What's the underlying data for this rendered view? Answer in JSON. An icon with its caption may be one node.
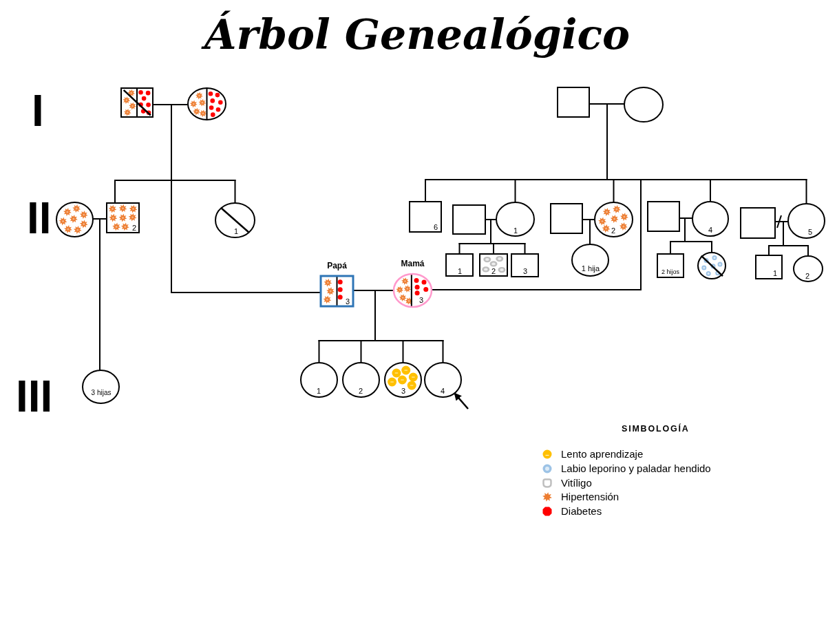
{
  "diagram": {
    "title": "Árbol Genealógico",
    "nodes": [
      {
        "text": [],
        "shape": "box"
      },
      {
        "text": [],
        "shape": "circle"
      },
      {
        "text": [],
        "shape": "box"
      },
      {
        "text": [],
        "shape": "circle"
      },
      {
        "text": [],
        "shape": "circle"
      },
      {
        "text": [
          "2"
        ]
      },
      {
        "text": [
          "1"
        ]
      },
      {
        "text": [
          "6"
        ]
      },
      {
        "text": [],
        "shape": "box"
      },
      {
        "text": [
          "1"
        ]
      },
      {
        "text": [],
        "shape": "box"
      },
      {
        "text": [
          "2"
        ]
      },
      {
        "text": [],
        "shape": "box"
      },
      {
        "text": [
          "4"
        ]
      },
      {
        "text": [],
        "shape": "box"
      },
      {
        "text": [
          "5"
        ]
      },
      {
        "text": [
          "1"
        ]
      },
      {
        "text": [
          "2"
        ]
      },
      {
        "text": [
          "3"
        ]
      },
      {
        "text": [
          "1 hija"
        ]
      },
      {
        "text": [
          "2 hijos"
        ]
      },
      {
        "text": [],
        "shape": "circle"
      },
      {
        "text": [
          "1"
        ]
      },
      {
        "text": [
          "2"
        ]
      },
      {
        "text": [
          "Papá",
          "3"
        ]
      },
      {
        "text": [
          "Mamá",
          "3"
        ]
      },
      {
        "text": [
          "3 hijas"
        ]
      },
      {
        "text": [
          "1"
        ]
      },
      {
        "text": [
          "2"
        ]
      },
      {
        "text": [
          "3"
        ]
      },
      {
        "text": [
          "4"
        ]
      }
    ],
    "edges": [
      {
        "from": 0,
        "to": 1,
        "arrow": "none"
      },
      {
        "from": 0,
        "to": 5,
        "arrow": "none"
      },
      {
        "from": 1,
        "to": 5,
        "arrow": "none"
      },
      {
        "from": 0,
        "to": 6,
        "arrow": "none"
      },
      {
        "from": 1,
        "to": 6,
        "arrow": "none"
      },
      {
        "from": 0,
        "to": 24,
        "arrow": "none"
      },
      {
        "from": 1,
        "to": 24,
        "arrow": "none"
      },
      {
        "from": 2,
        "to": 3,
        "arrow": "none"
      },
      {
        "from": 2,
        "to": 7,
        "arrow": "none"
      },
      {
        "from": 3,
        "to": 7,
        "arrow": "none"
      },
      {
        "from": 2,
        "to": 9,
        "arrow": "none"
      },
      {
        "from": 3,
        "to": 9,
        "arrow": "none"
      },
      {
        "from": 2,
        "to": 11,
        "arrow": "none"
      },
      {
        "from": 3,
        "to": 11,
        "arrow": "none"
      },
      {
        "from": 2,
        "to": 25,
        "arrow": "none"
      },
      {
        "from": 3,
        "to": 25,
        "arrow": "none"
      },
      {
        "from": 2,
        "to": 13,
        "arrow": "none"
      },
      {
        "from": 3,
        "to": 13,
        "arrow": "none"
      },
      {
        "from": 2,
        "to": 15,
        "arrow": "none"
      },
      {
        "from": 3,
        "to": 15,
        "arrow": "none"
      },
      {
        "from": 4,
        "to": 5,
        "arrow": "none"
      },
      {
        "from": 4,
        "to": 26,
        "arrow": "none"
      },
      {
        "from": 5,
        "to": 26,
        "arrow": "none"
      },
      {
        "from": 8,
        "to": 9,
        "arrow": "none"
      },
      {
        "from": 8,
        "to": 16,
        "arrow": "none"
      },
      {
        "from": 9,
        "to": 16,
        "arrow": "none"
      },
      {
        "from": 8,
        "to": 17,
        "arrow": "none"
      },
      {
        "from": 9,
        "to": 17,
        "arrow": "none"
      },
      {
        "from": 8,
        "to": 18,
        "arrow": "none"
      },
      {
        "from": 9,
        "to": 18,
        "arrow": "none"
      },
      {
        "from": 10,
        "to": 11,
        "arrow": "none"
      },
      {
        "from": 10,
        "to": 19,
        "arrow": "none"
      },
      {
        "from": 11,
        "to": 19,
        "arrow": "none"
      },
      {
        "from": 12,
        "to": 13,
        "arrow": "none"
      },
      {
        "from": 12,
        "to": 20,
        "arrow": "none"
      },
      {
        "from": 13,
        "to": 20,
        "arrow": "none"
      },
      {
        "from": 12,
        "to": 21,
        "arrow": "none"
      },
      {
        "from": 13,
        "to": 21,
        "arrow": "none"
      },
      {
        "from": 14,
        "to": 15,
        "arrow": "none"
      },
      {
        "from": 14,
        "to": 22,
        "arrow": "none"
      },
      {
        "from": 15,
        "to": 22,
        "arrow": "none"
      },
      {
        "from": 14,
        "to": 23,
        "arrow": "none"
      },
      {
        "from": 15,
        "to": 23,
        "arrow": "none"
      },
      {
        "from": 24,
        "to": 25,
        "arrow": "none"
      },
      {
        "from": 24,
        "to": 27,
        "arrow": "none"
      },
      {
        "from": 25,
        "to": 27,
        "arrow": "none"
      },
      {
        "from": 24,
        "to": 28,
        "arrow": "none"
      },
      {
        "from": 25,
        "to": 28,
        "arrow": "none"
      },
      {
        "from": 24,
        "to": 29,
        "arrow": "none"
      },
      {
        "from": 25,
        "to": 29,
        "arrow": "none"
      },
      {
        "from": 24,
        "to": 30,
        "arrow": "none"
      },
      {
        "from": 25,
        "to": 30,
        "arrow": "none"
      },
      {
        "from": null,
        "to": 30,
        "arrow": "to"
      }
    ],
    "labels": [
      "I",
      "II",
      "III",
      "SIMBOLOGÍA"
    ],
    "legend": [
      {
        "text": "Lento aprendizaje",
        "color": "#ffc000"
      },
      {
        "text": "Labio leporino y paladar hendido",
        "color": "#9dc3e6"
      },
      {
        "text": "Vitíligo",
        "color": "#bfbfbf"
      },
      {
        "text": "Hipertensión",
        "color": "#ed7d31"
      },
      {
        "text": "Diabetes",
        "color": "#ff0000"
      }
    ]
  }
}
